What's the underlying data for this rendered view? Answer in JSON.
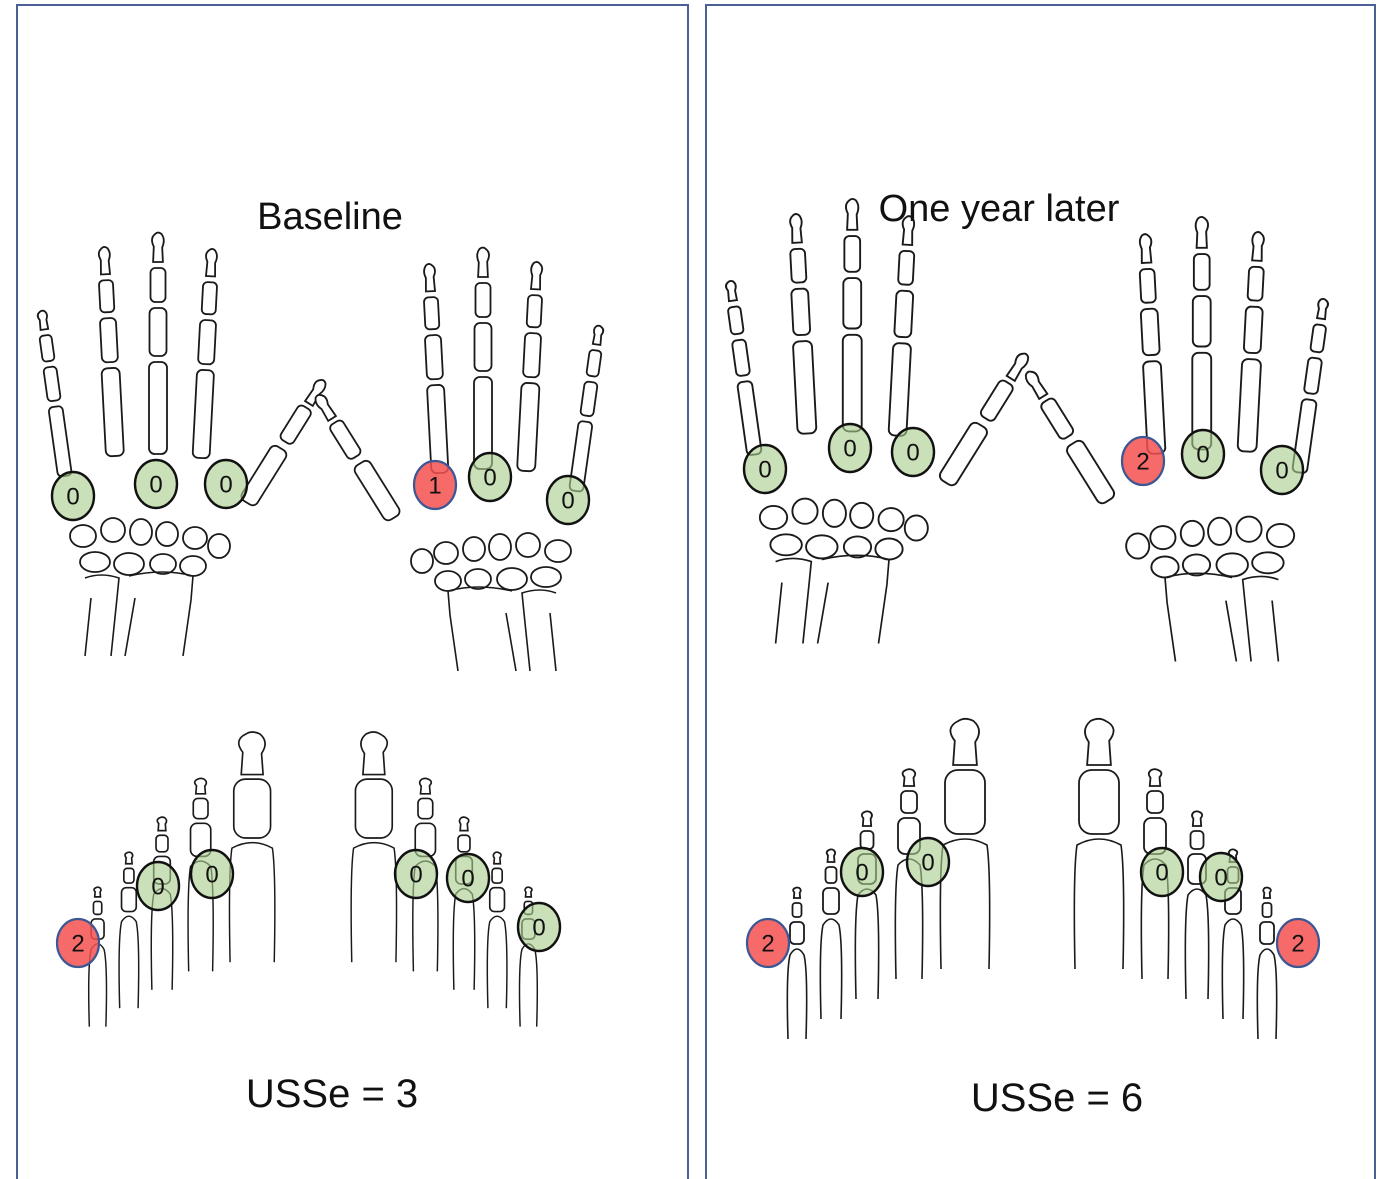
{
  "panels": [
    {
      "id": "baseline",
      "title": "Baseline",
      "score": "USSe = 3",
      "colors": {
        "normal": "#a8cd8e",
        "abnormal": "#f45050"
      },
      "marks": [
        {
          "group": "left-hand",
          "value": "0",
          "status": "normal"
        },
        {
          "group": "left-hand",
          "value": "0",
          "status": "normal"
        },
        {
          "group": "left-hand",
          "value": "0",
          "status": "normal"
        },
        {
          "group": "right-hand",
          "value": "1",
          "status": "abnormal"
        },
        {
          "group": "right-hand",
          "value": "0",
          "status": "normal"
        },
        {
          "group": "right-hand",
          "value": "0",
          "status": "normal"
        },
        {
          "group": "left-foot",
          "value": "2",
          "status": "abnormal"
        },
        {
          "group": "left-foot",
          "value": "0",
          "status": "normal"
        },
        {
          "group": "left-foot",
          "value": "0",
          "status": "normal"
        },
        {
          "group": "right-foot",
          "value": "0",
          "status": "normal"
        },
        {
          "group": "right-foot",
          "value": "0",
          "status": "normal"
        },
        {
          "group": "right-foot",
          "value": "0",
          "status": "normal"
        }
      ]
    },
    {
      "id": "one-year-later",
      "title": "One year later",
      "score": "USSe = 6",
      "colors": {
        "normal": "#a8cd8e",
        "abnormal": "#f45050"
      },
      "marks": [
        {
          "group": "left-hand",
          "value": "0",
          "status": "normal"
        },
        {
          "group": "left-hand",
          "value": "0",
          "status": "normal"
        },
        {
          "group": "left-hand",
          "value": "0",
          "status": "normal"
        },
        {
          "group": "right-hand",
          "value": "2",
          "status": "abnormal"
        },
        {
          "group": "right-hand",
          "value": "0",
          "status": "normal"
        },
        {
          "group": "right-hand",
          "value": "0",
          "status": "normal"
        },
        {
          "group": "left-foot",
          "value": "2",
          "status": "abnormal"
        },
        {
          "group": "left-foot",
          "value": "0",
          "status": "normal"
        },
        {
          "group": "left-foot",
          "value": "0",
          "status": "normal"
        },
        {
          "group": "right-foot",
          "value": "0",
          "status": "normal"
        },
        {
          "group": "right-foot",
          "value": "0",
          "status": "normal"
        },
        {
          "group": "right-foot",
          "value": "2",
          "status": "abnormal"
        }
      ]
    }
  ]
}
